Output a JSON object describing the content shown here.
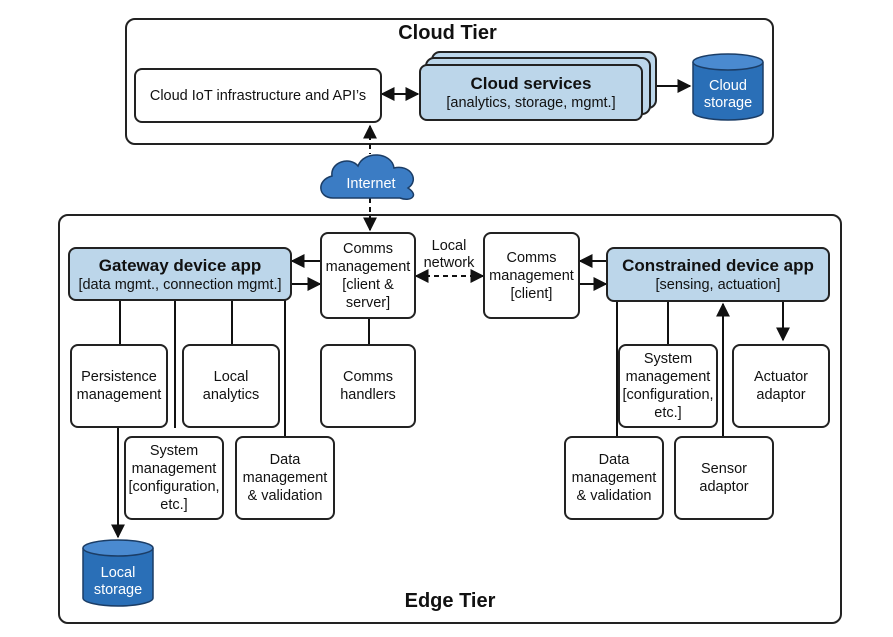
{
  "cloud_tier": {
    "title": "Cloud Tier",
    "infrastructure": "Cloud IoT infrastructure and API’s",
    "services_title": "Cloud services",
    "services_sub": "[analytics, storage, mgmt.]",
    "storage": "Cloud\nstorage"
  },
  "internet": "Internet",
  "edge_tier": {
    "title": "Edge Tier",
    "gateway_title": "Gateway device app",
    "gateway_sub": "[data mgmt., connection mgmt.]",
    "persistence": "Persistence\nmanagement",
    "local_analytics": "Local\nanalytics",
    "gw_system_mgmt": "System\nmanagement\n[configuration,\netc.]",
    "gw_data_mgmt": "Data\nmanagement\n& validation",
    "local_storage": "Local\nstorage",
    "comms_server": "Comms\nmanagement\n[client &\nserver]",
    "comms_handlers": "Comms\nhandlers",
    "local_network": "Local\nnetwork",
    "comms_client": "Comms\nmanagement\n[client]",
    "constrained_title": "Constrained device app",
    "constrained_sub": "[sensing, actuation]",
    "cd_system_mgmt": "System\nmanagement\n[configuration,\netc.]",
    "actuator": "Actuator\nadaptor",
    "cd_data_mgmt": "Data\nmanagement\n& validation",
    "sensor": "Sensor\nadaptor"
  },
  "colors": {
    "accent_fill": "#bcd6ea",
    "storage_fill": "#2a6fb7",
    "cloud_fill": "#3b7cc4"
  }
}
